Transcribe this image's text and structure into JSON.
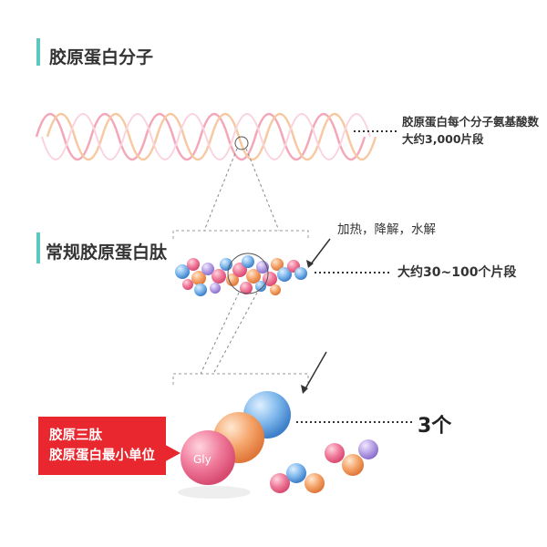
{
  "sections": {
    "collagen_molecule": {
      "title": "胶原蛋白分子",
      "note_line1": "胶原蛋白每个分子氨基酸数",
      "note_line2": "大约3,000片段"
    },
    "collagen_peptide": {
      "title": "常规胶原蛋白肽",
      "process": "加热，降解，水解",
      "note": "大约30~100个片段"
    },
    "tripeptide": {
      "count": "3个",
      "box_line1": "胶原三肽",
      "box_line2": "胶原蛋白最小单位",
      "ball_label": "Gly"
    }
  },
  "colors": {
    "accent_bar": "#5ec7c0",
    "red_box": "#e8272e",
    "helix_pink": "#f4a7b9",
    "helix_orange": "#f7c9a3"
  }
}
